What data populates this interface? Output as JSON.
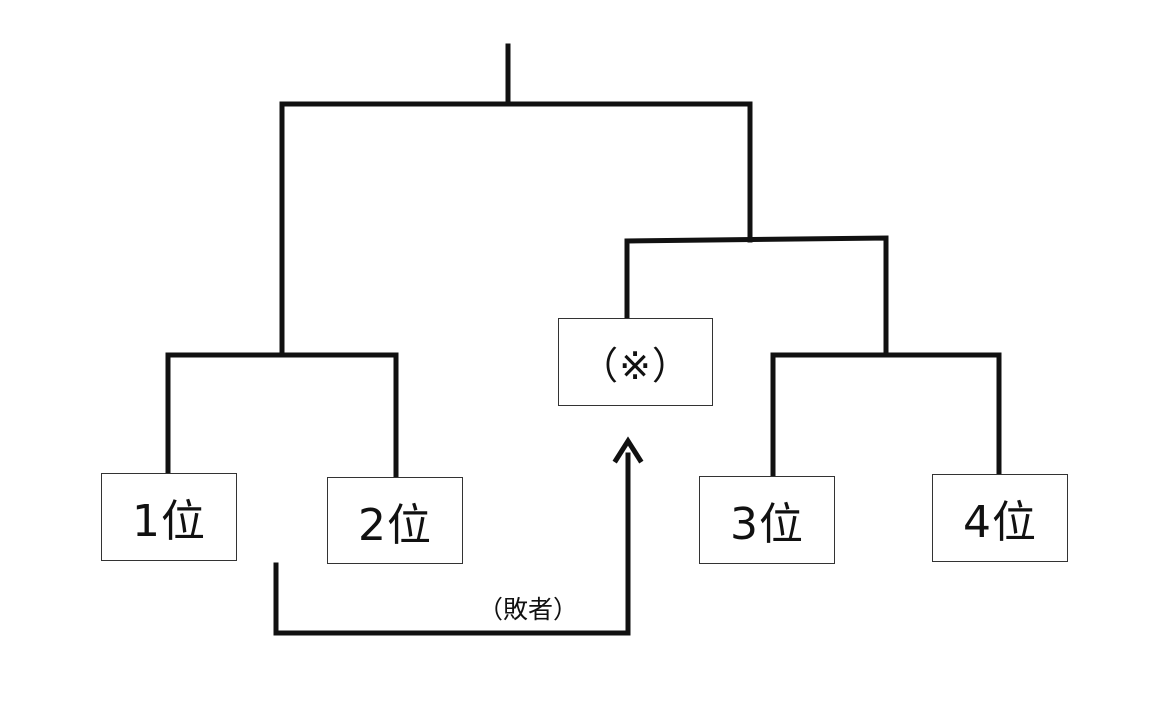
{
  "diagram": {
    "slots": {
      "rank1": "1位",
      "rank2": "2位",
      "rank3": "3位",
      "rank4": "4位",
      "special": "（※）"
    },
    "loser_label": "（敗者）"
  }
}
